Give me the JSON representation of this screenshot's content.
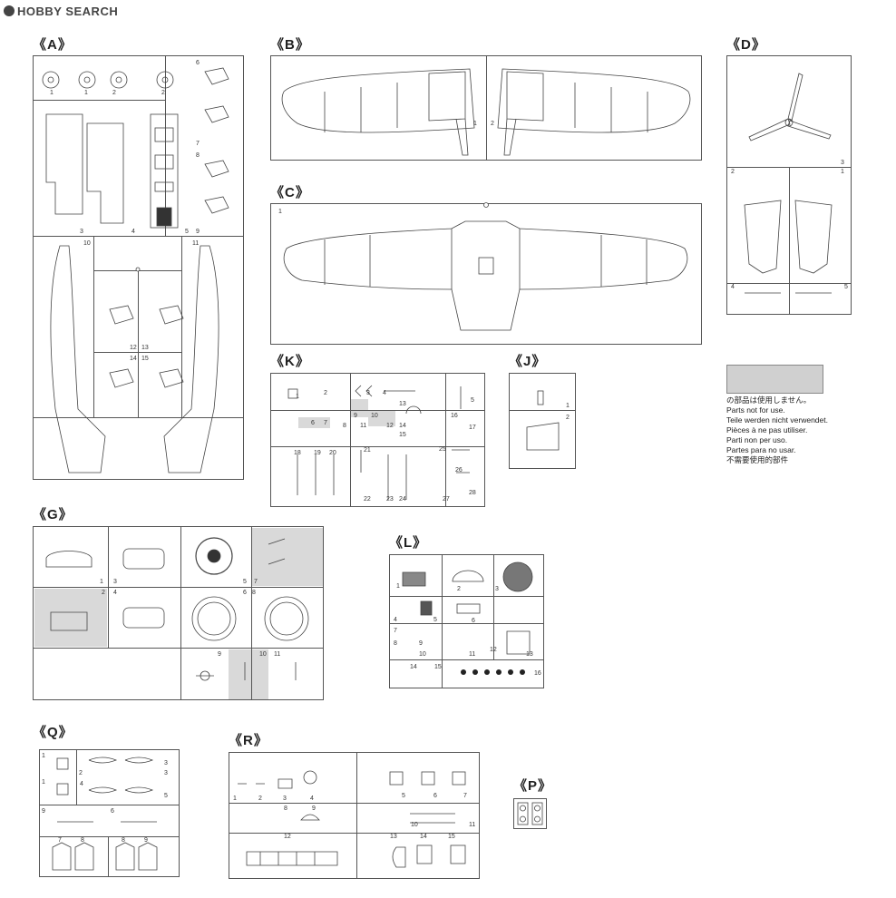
{
  "header": {
    "logo_text": "HOBBY SEARCH"
  },
  "sprues": {
    "A": {
      "label": "《A》",
      "nums": [
        "1",
        "1",
        "2",
        "2",
        "3",
        "4",
        "5",
        "6",
        "7",
        "8",
        "9",
        "10",
        "11",
        "12",
        "13",
        "14",
        "15"
      ]
    },
    "B": {
      "label": "《B》",
      "nums": [
        "1",
        "2"
      ]
    },
    "C": {
      "label": "《C》",
      "nums": [
        "1"
      ]
    },
    "D": {
      "label": "《D》",
      "nums": [
        "1",
        "2",
        "3",
        "4",
        "5"
      ]
    },
    "K": {
      "label": "《K》",
      "nums": [
        "1",
        "2",
        "3",
        "4",
        "5",
        "6",
        "7",
        "8",
        "9",
        "10",
        "11",
        "12",
        "13",
        "14",
        "15",
        "16",
        "17",
        "18",
        "19",
        "20",
        "21",
        "22",
        "23",
        "24",
        "25",
        "26",
        "27",
        "28"
      ]
    },
    "J": {
      "label": "《J》",
      "nums": [
        "1",
        "2"
      ]
    },
    "G": {
      "label": "《G》",
      "nums": [
        "1",
        "2",
        "3",
        "4",
        "5",
        "6",
        "7",
        "8",
        "9",
        "10",
        "11"
      ]
    },
    "L": {
      "label": "《L》",
      "nums": [
        "1",
        "2",
        "3",
        "4",
        "5",
        "6",
        "7",
        "8",
        "9",
        "10",
        "11",
        "12",
        "13",
        "14",
        "15",
        "16"
      ]
    },
    "Q": {
      "label": "《Q》",
      "nums": [
        "1",
        "1",
        "2",
        "3",
        "3",
        "4",
        "5",
        "6",
        "7",
        "8",
        "8",
        "9",
        "9"
      ]
    },
    "R": {
      "label": "《R》",
      "nums": [
        "1",
        "2",
        "3",
        "4",
        "5",
        "6",
        "7",
        "8",
        "9",
        "10",
        "11",
        "12",
        "13",
        "14",
        "15"
      ]
    },
    "P": {
      "label": "《P》"
    }
  },
  "legend": {
    "swatch_color": "#d0d0d0",
    "lines": [
      "の部品は使用しません。",
      "Parts not for use.",
      "Teile werden nicht verwendet.",
      "Pièces à ne pas utiliser.",
      "Parti non per uso.",
      "Partes para no usar.",
      "不需要使用的部件"
    ]
  }
}
